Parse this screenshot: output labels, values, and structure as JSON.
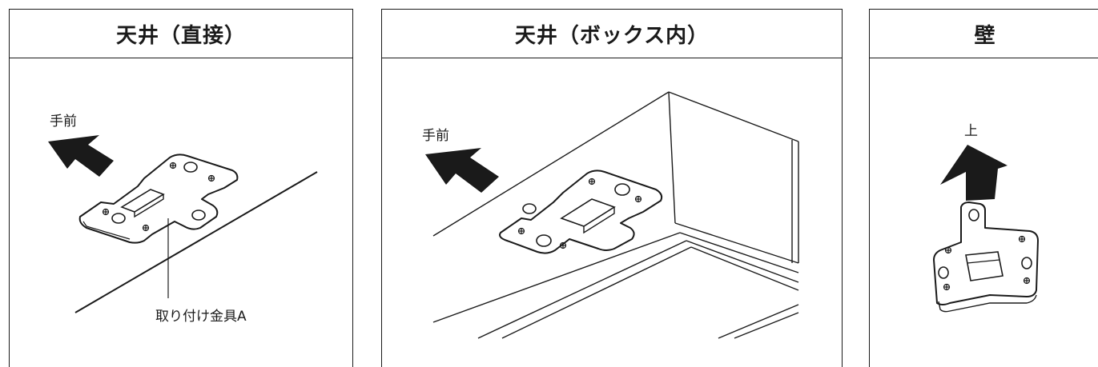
{
  "panels": [
    {
      "title": "天井（直接）",
      "direction_label": "手前",
      "callout_label": "取り付け金具A"
    },
    {
      "title": "天井（ボックス内）",
      "direction_label": "手前"
    },
    {
      "title": "壁",
      "direction_label": "上"
    }
  ],
  "colors": {
    "line": "#1a1a1a",
    "background": "#ffffff"
  }
}
